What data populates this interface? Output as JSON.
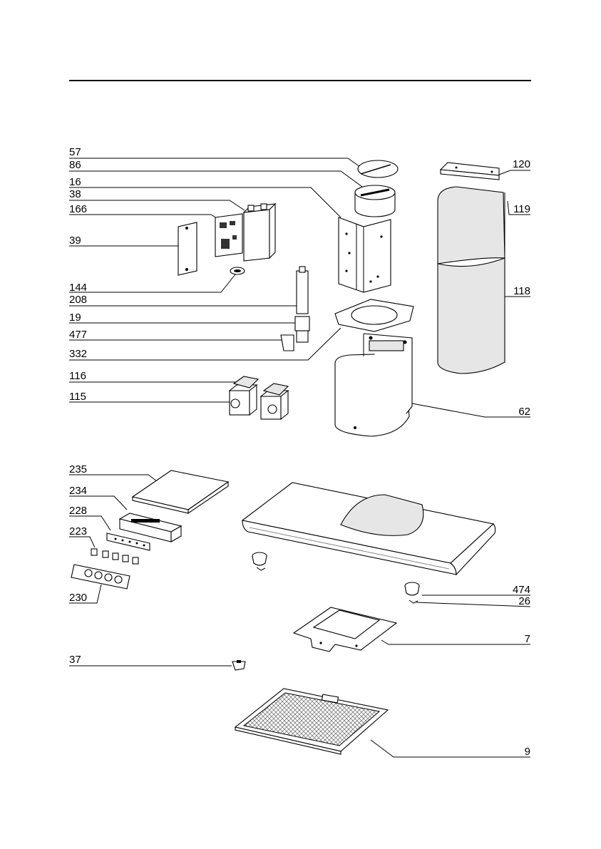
{
  "diagram": {
    "type": "exploded-parts-view",
    "labels": {
      "p57": "57",
      "p86": "86",
      "p16": "16",
      "p38": "38",
      "p166": "166",
      "p39": "39",
      "p144": "144",
      "p208": "208",
      "p19": "19",
      "p477": "477",
      "p332": "332",
      "p116": "116",
      "p115": "115",
      "p120": "120",
      "p119": "119",
      "p118": "118",
      "p62": "62",
      "p235": "235",
      "p234": "234",
      "p228": "228",
      "p223": "223",
      "p230": "230",
      "p474": "474",
      "p26": "26",
      "p7": "7",
      "p37": "37",
      "p9": "9"
    }
  }
}
